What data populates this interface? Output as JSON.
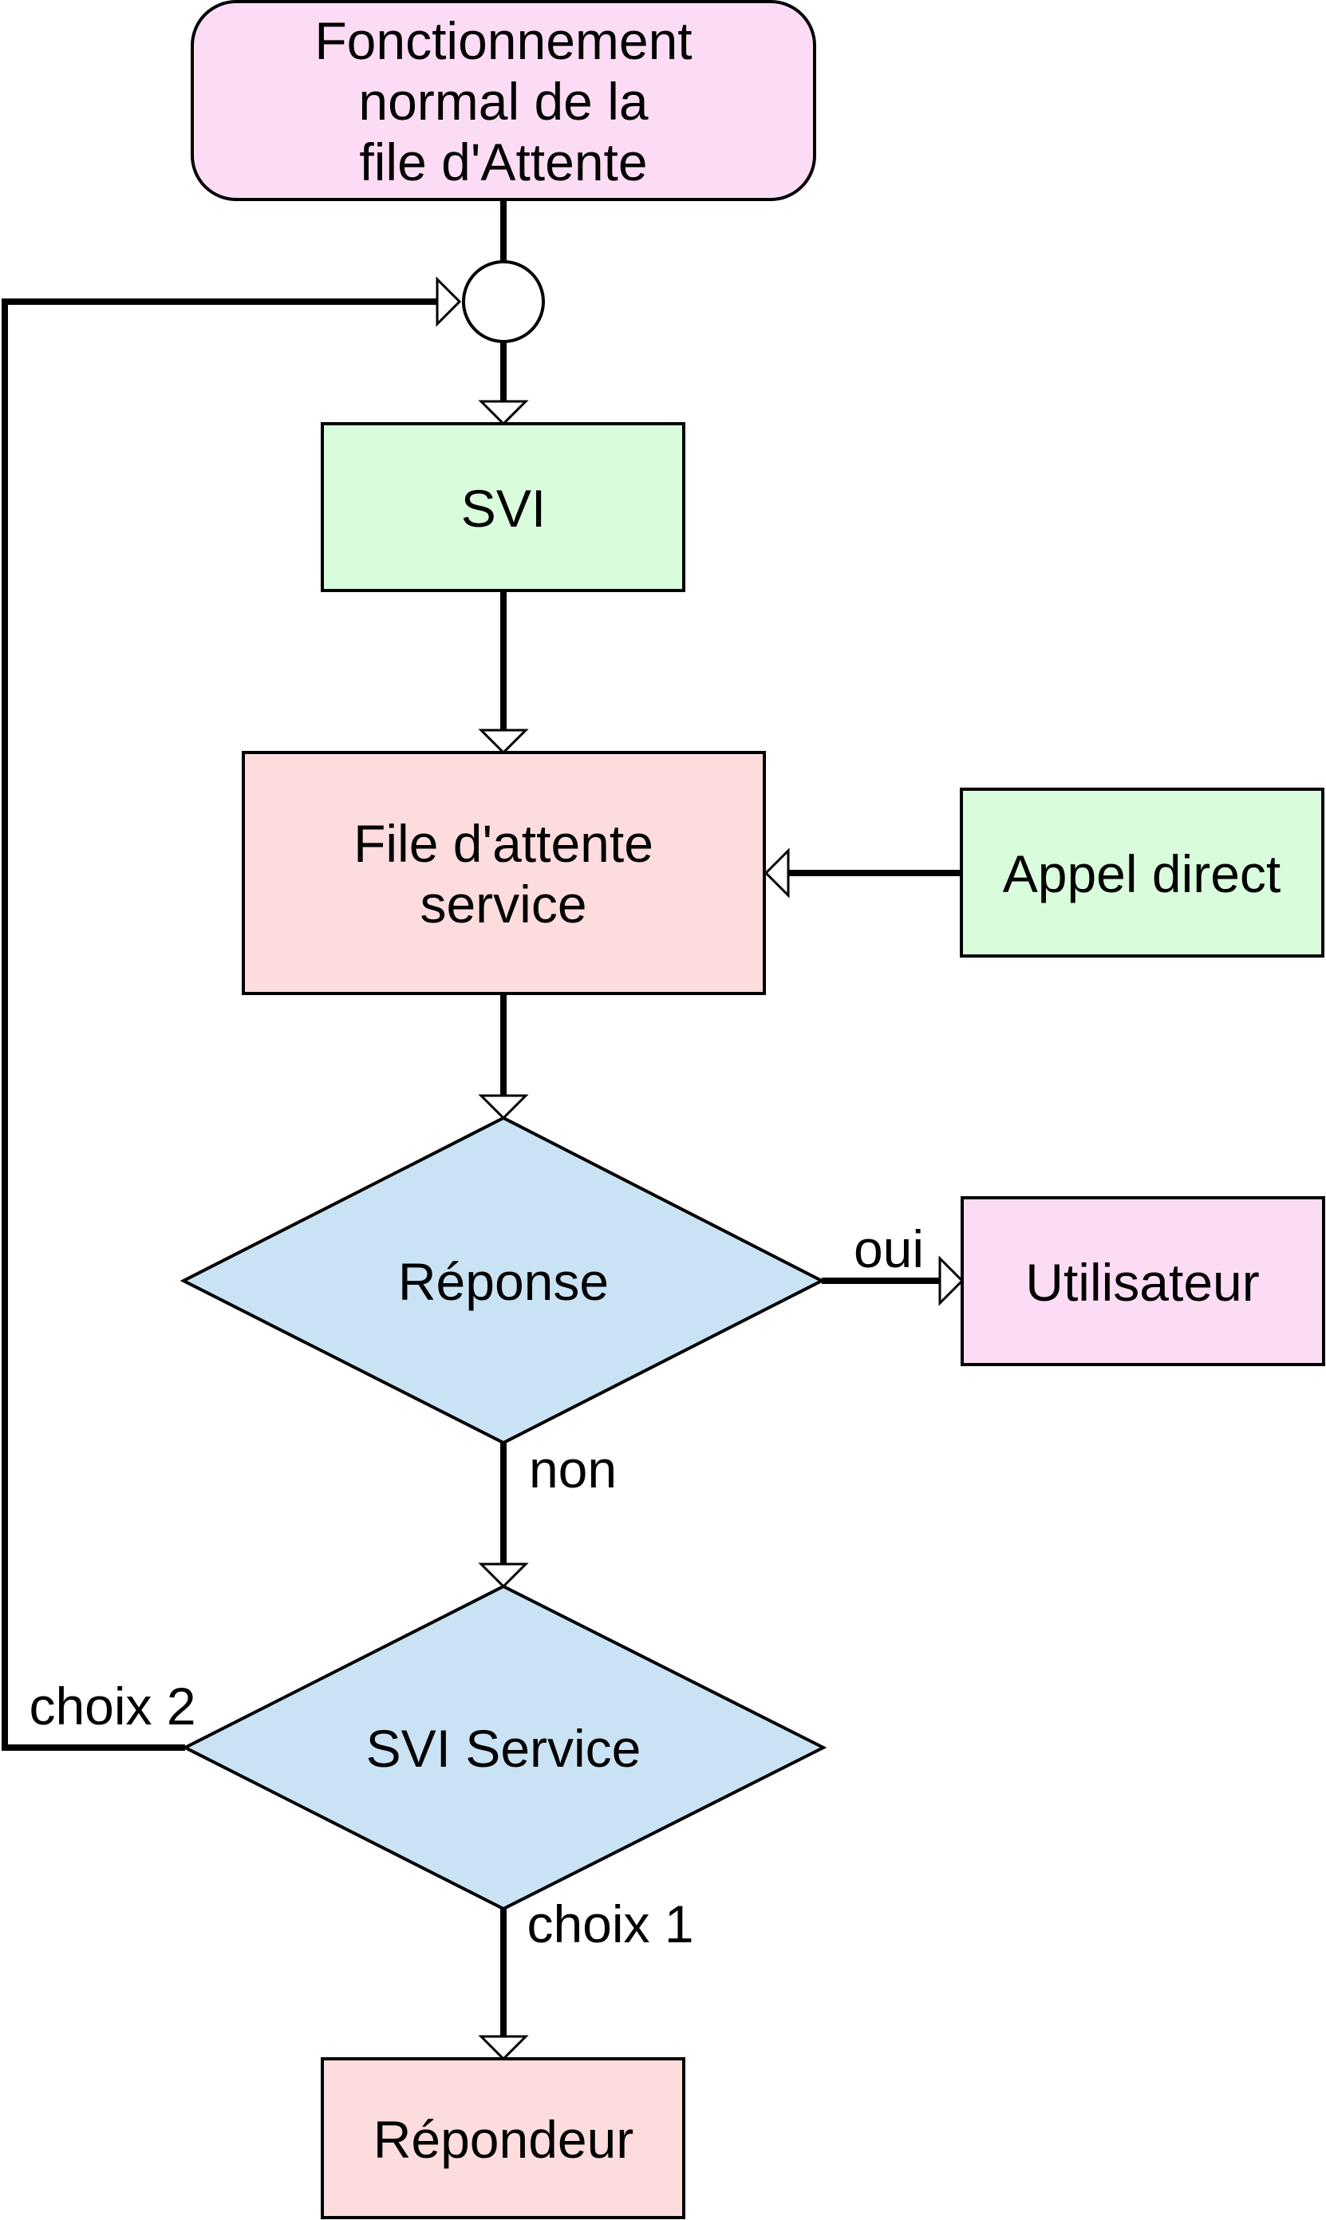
{
  "colors": {
    "pink": "#fcdcf4",
    "green": "#d9fcdc",
    "salmon": "#fcdcdc",
    "blue": "#c9e3f5",
    "junction": "#ffffff",
    "stroke": "#000000"
  },
  "nodes": {
    "start": {
      "lines": [
        "Fonctionnement",
        "normal de la",
        "file d'Attente"
      ]
    },
    "svi": {
      "lines": [
        "SVI"
      ]
    },
    "queue": {
      "lines": [
        "File d'attente",
        "service"
      ]
    },
    "direct_call": {
      "lines": [
        "Appel direct"
      ]
    },
    "response": {
      "lines": [
        "Réponse"
      ]
    },
    "user": {
      "lines": [
        "Utilisateur"
      ]
    },
    "svi_service": {
      "lines": [
        "SVI Service"
      ]
    },
    "answering_machine": {
      "lines": [
        "Répondeur"
      ]
    }
  },
  "edges": {
    "yes": "oui",
    "no": "non",
    "choice1": "choix 1",
    "choice2": "choix 2"
  }
}
